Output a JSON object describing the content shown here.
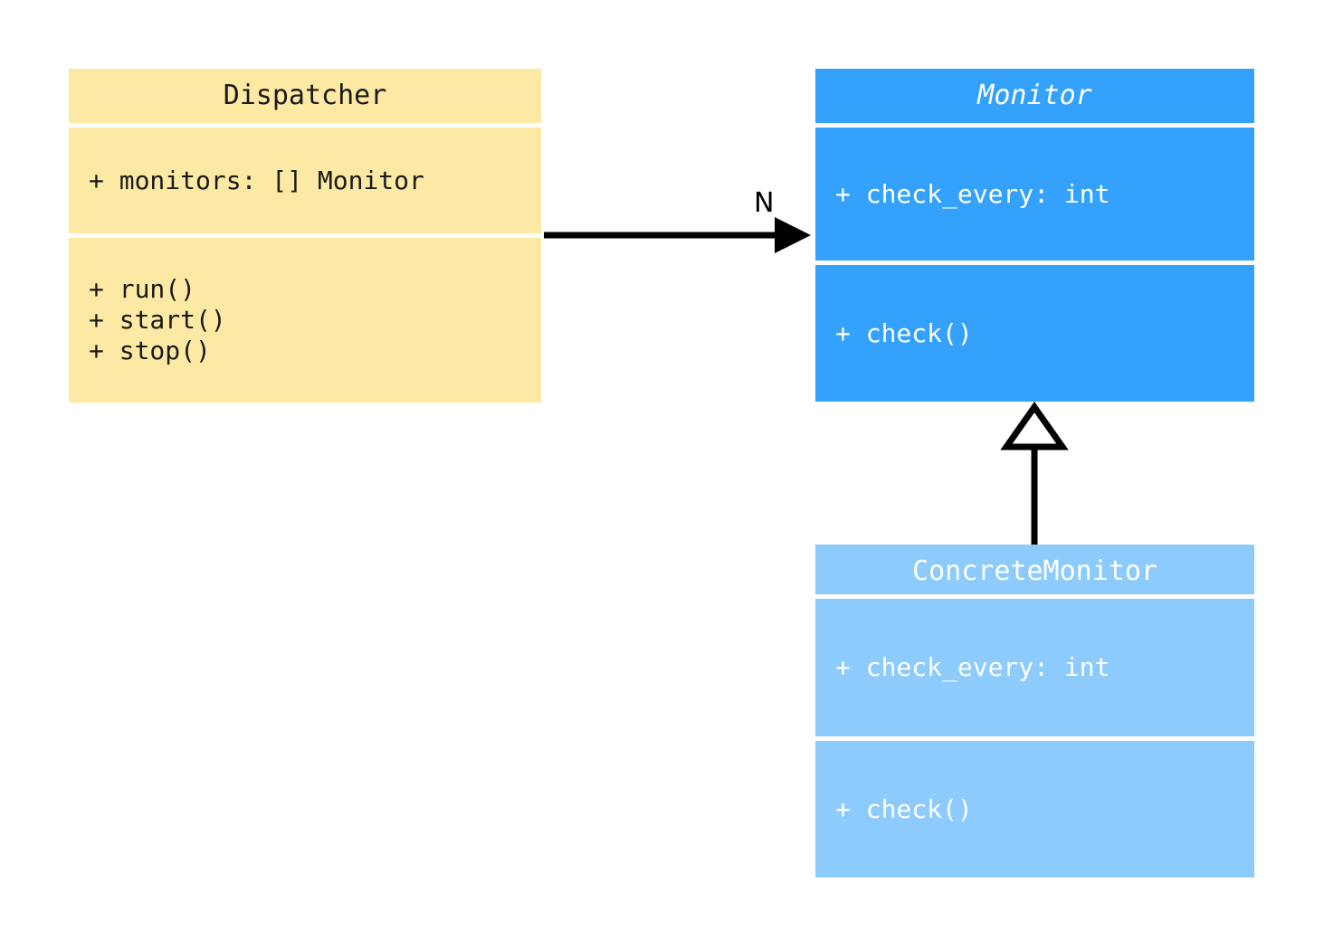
{
  "diagram": {
    "type": "uml-class-diagram",
    "background": "#ffffff",
    "classes": [
      {
        "id": "dispatcher",
        "name": "Dispatcher",
        "abstract": false,
        "fill": "#fce9a4",
        "text_color": "#1a1a1a",
        "attributes": [
          "+ monitors: [] Monitor"
        ],
        "methods": [
          "+ run()",
          "+ start()",
          "+ stop()"
        ]
      },
      {
        "id": "monitor",
        "name": "Monitor",
        "abstract": true,
        "fill": "#34a1fc",
        "text_color": "#ffffff",
        "attributes": [
          "+ check_every: int"
        ],
        "methods": [
          "+ check()"
        ]
      },
      {
        "id": "concretemonitor",
        "name": "ConcreteMonitor",
        "abstract": false,
        "fill": "#8ccbfc",
        "text_color": "#ffffff",
        "attributes": [
          "+ check_every: int"
        ],
        "methods": [
          "+ check()"
        ]
      }
    ],
    "relationships": [
      {
        "id": "dispatcher-to-monitor",
        "kind": "association",
        "from": "Dispatcher",
        "to": "Monitor",
        "label": "N",
        "arrowhead": "filled-triangle",
        "line": "solid",
        "color": "#000000"
      },
      {
        "id": "concretemonitor-to-monitor",
        "kind": "generalization",
        "from": "ConcreteMonitor",
        "to": "Monitor",
        "label": "",
        "arrowhead": "hollow-triangle",
        "line": "solid",
        "color": "#000000"
      }
    ]
  }
}
